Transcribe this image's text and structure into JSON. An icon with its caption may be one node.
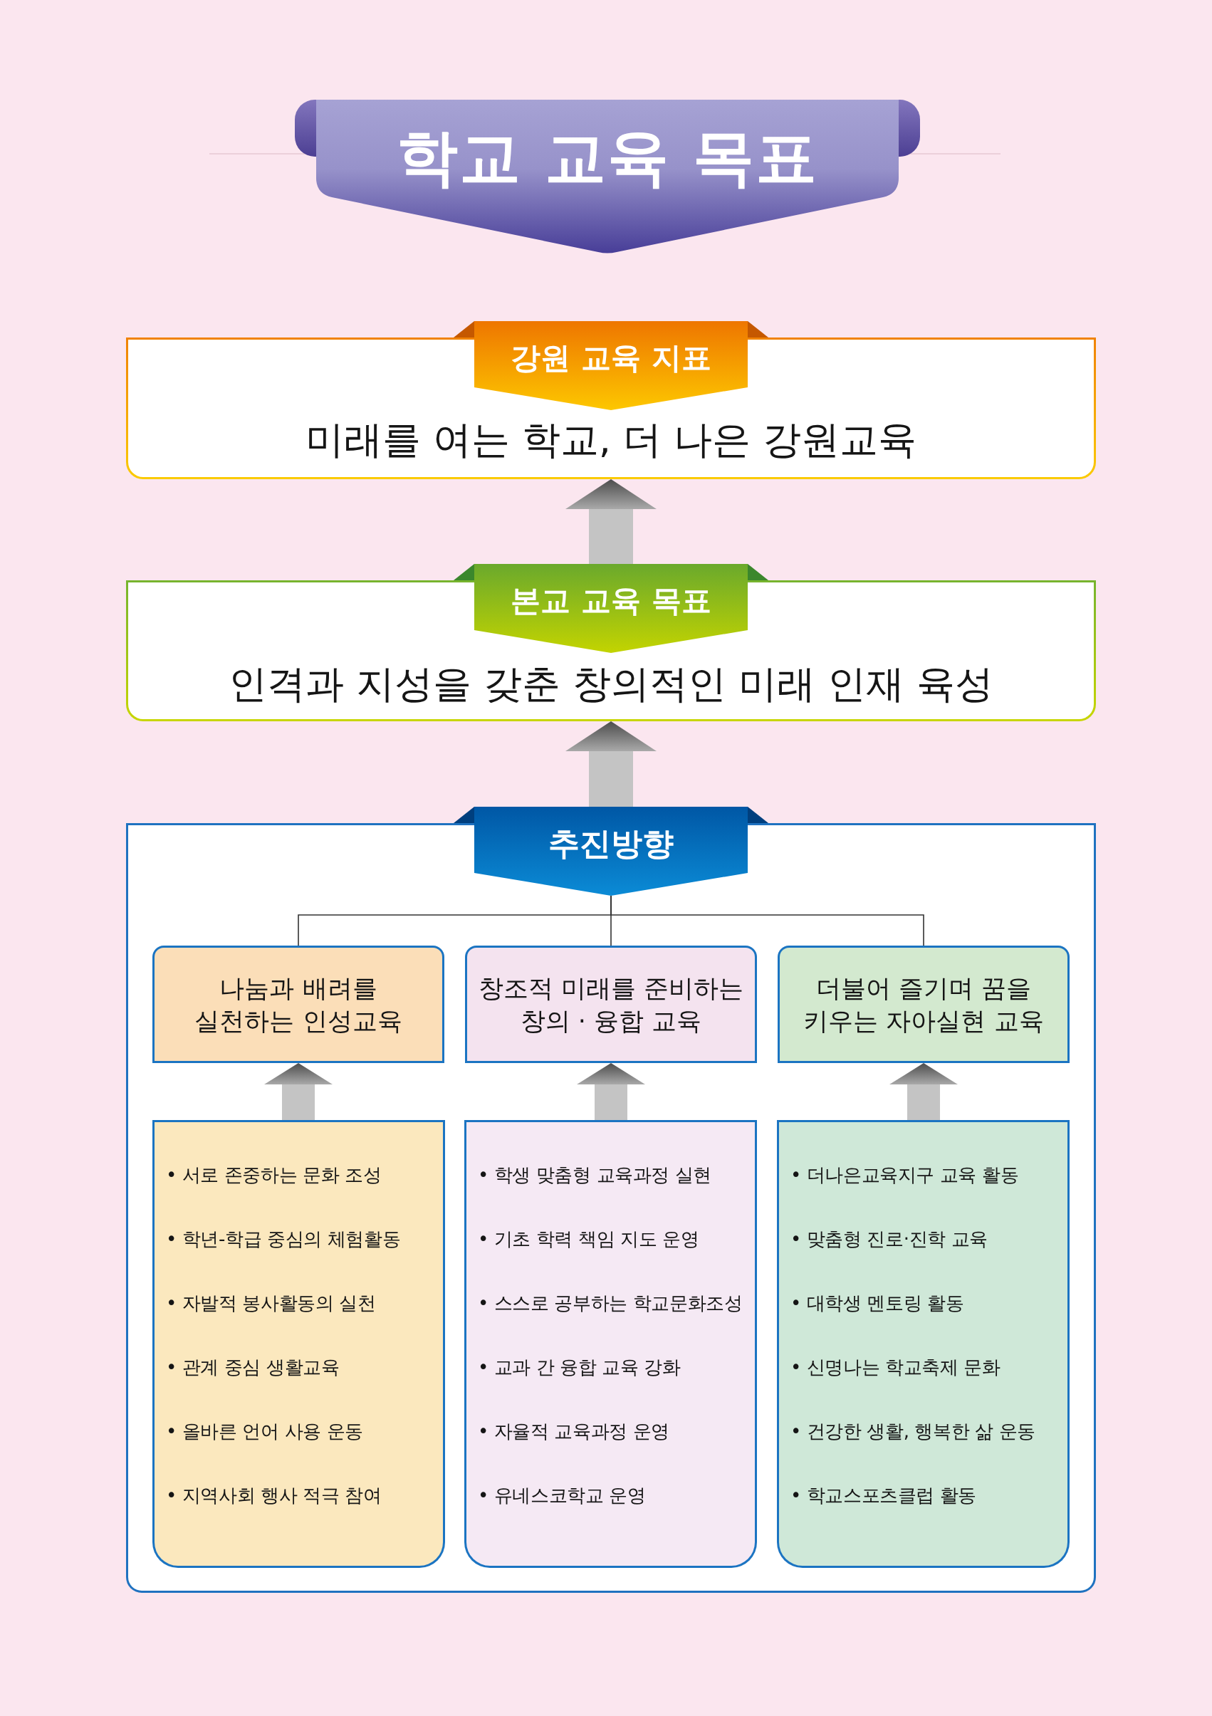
{
  "diagram": {
    "title": "학교 교육 목표",
    "nodes": [
      {
        "text": [
          "강원 교육 지표",
          "미래를 여는 학교, 더 나은 강원교육"
        ]
      },
      {
        "text": [
          "본교 교육 목표",
          "인격과 지성을 갖춘 창의적인 미래 인재 육성"
        ]
      },
      {
        "text": [
          "추진방향"
        ]
      },
      {
        "text": [
          "나눔과 배려를 실천하는 인성교육"
        ],
        "in": 2
      },
      {
        "text": [
          "창조적 미래를 준비하는 창의 · 융합 교육"
        ],
        "in": 2
      },
      {
        "text": [
          "더불어 즐기며 꿈을 키우는 자아실현 교육"
        ],
        "in": 2
      },
      {
        "text": [
          "• 서로 존중하는 문화 조성",
          "• 학년-학급 중심의 체험활동",
          "• 자발적 봉사활동의 실천",
          "• 관계 중심 생활교육",
          "• 올바른 언어 사용 운동",
          "• 지역사회 행사 적극 참여"
        ],
        "in": 2
      },
      {
        "text": [
          "• 학생 맞춤형 교육과정 실현",
          "• 기초 학력 책임 지도 운영",
          "• 스스로 공부하는 학교문화조성",
          "• 교과 간 융합 교육 강화",
          "• 자율적 교육과정 운영",
          "• 유네스코학교 운영"
        ],
        "in": 2
      },
      {
        "text": [
          "• 더나은교육지구 교육 활동",
          "• 맞춤형 진로·진학 교육",
          "• 대학생 멘토링 활동",
          "• 신명나는 학교축제 문화",
          "• 건강한 생활, 행복한 삶 운동",
          "• 학교스포츠클럽 활동"
        ],
        "in": 2
      }
    ],
    "edges": [
      {
        "from": 1,
        "to": 0,
        "arrow": "to"
      },
      {
        "from": 2,
        "to": 1,
        "arrow": "to"
      },
      {
        "from": 2,
        "to": 3,
        "arrow": "none",
        "color": "#333333"
      },
      {
        "from": 2,
        "to": 4,
        "arrow": "none",
        "color": "#333333"
      },
      {
        "from": 2,
        "to": 5,
        "arrow": "none",
        "color": "#333333"
      },
      {
        "from": 6,
        "to": 3,
        "arrow": "to"
      },
      {
        "from": 7,
        "to": 4,
        "arrow": "to"
      },
      {
        "from": 8,
        "to": 5,
        "arrow": "to"
      }
    ]
  }
}
